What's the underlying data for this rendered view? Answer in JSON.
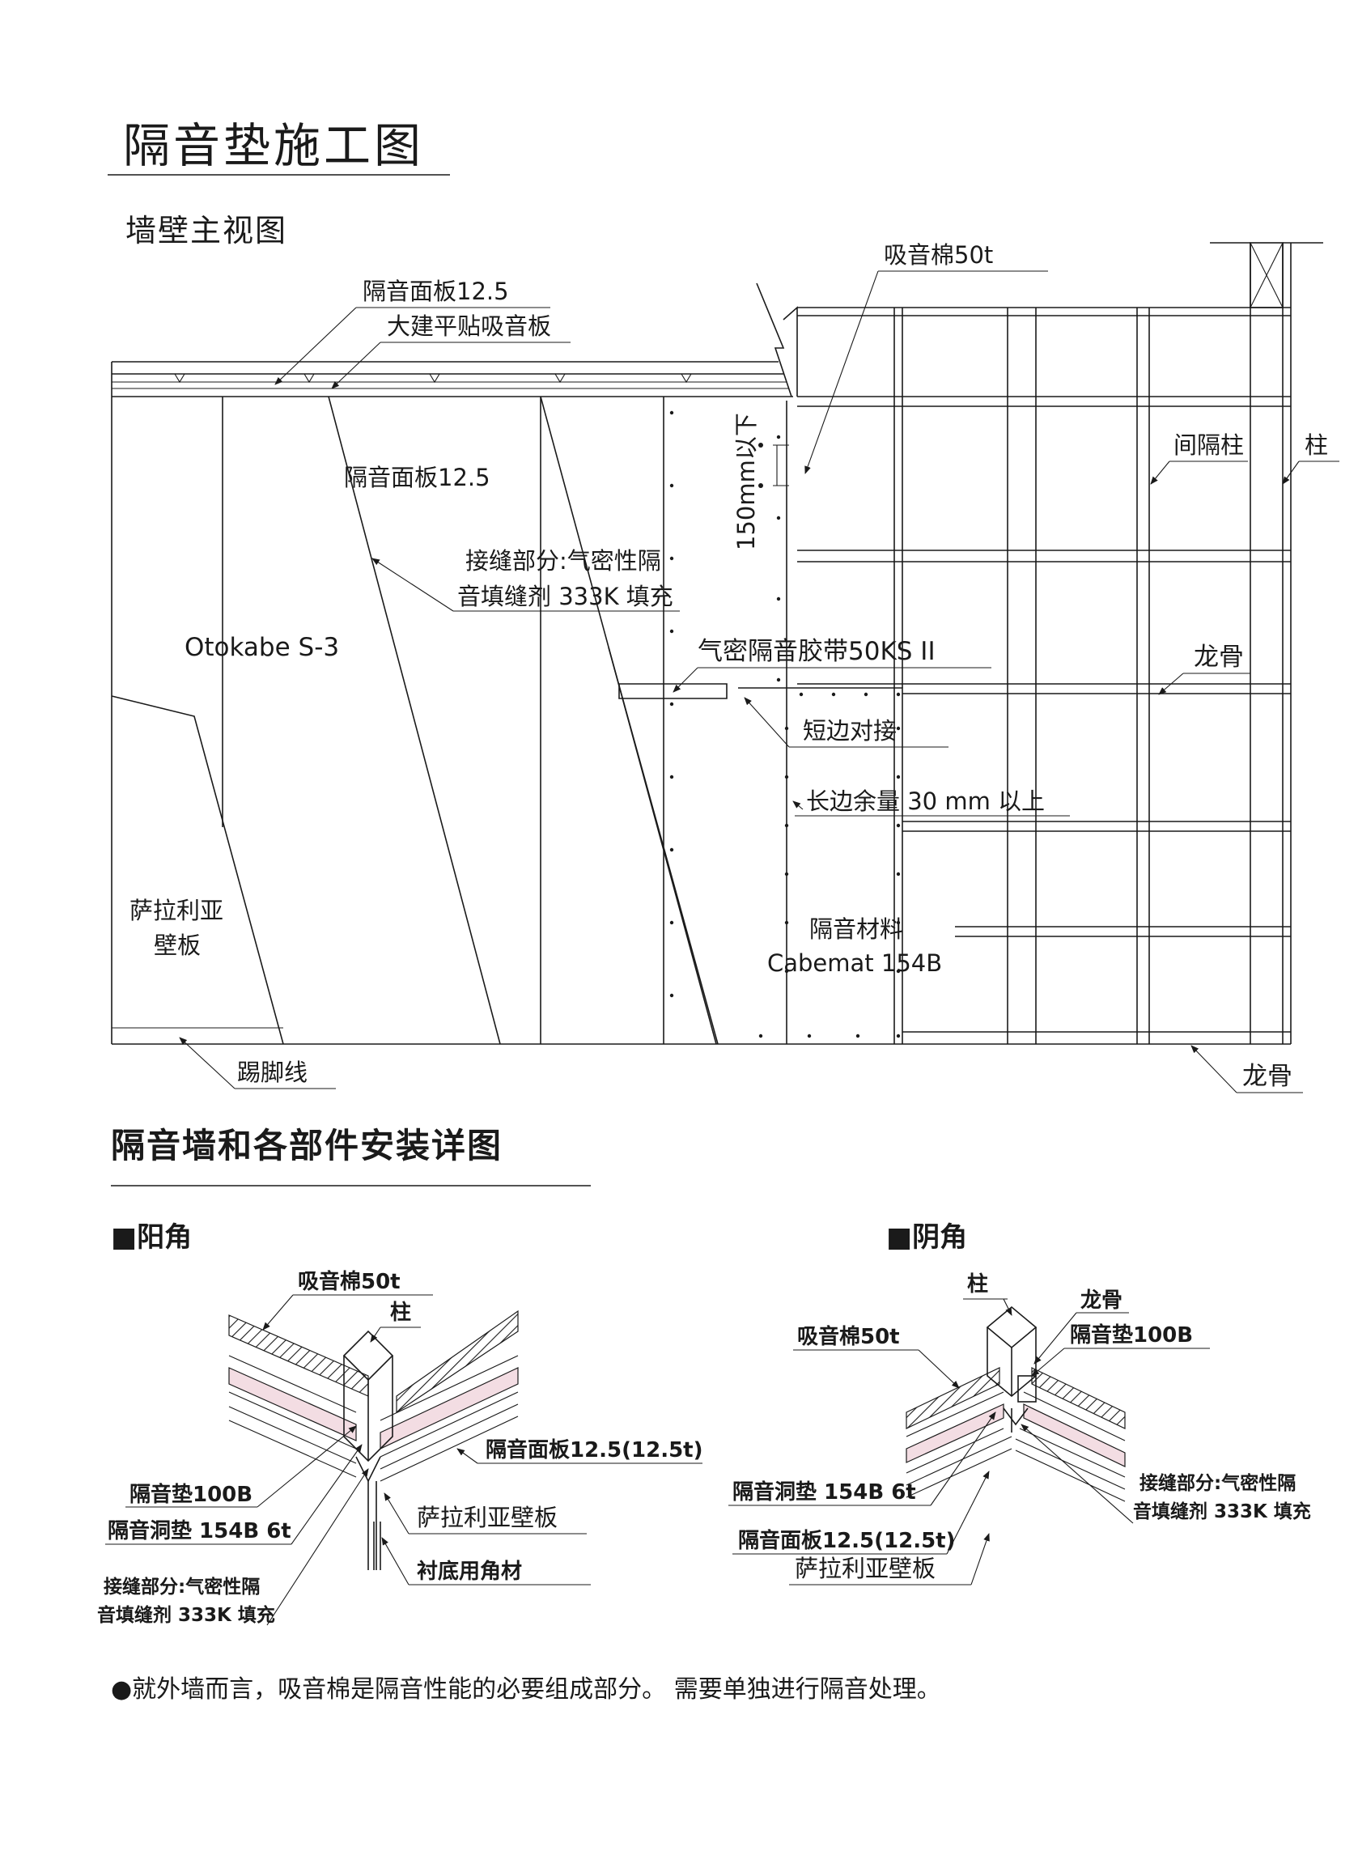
{
  "page": {
    "title": "隔音垫施工图",
    "front_view_title": "墙壁主视图",
    "detail_title": "隔音墙和各部件安装详图",
    "note": "●就外墙而言，吸音棉是隔音性能的必要组成部分。 需要单独进行隔音处理。"
  },
  "front_view": {
    "labels": {
      "panel_top": "隔音面板12.5",
      "daken": "大建平贴吸音板",
      "panel_mid": "隔音面板12.5",
      "seam_1": "接缝部分:气密性隔",
      "seam_2": "音填缝剂 333K 填充",
      "otokabe": "Otokabe S-3",
      "salaria_1": "萨拉利亚",
      "salaria_2": "壁板",
      "skirting": "踢脚线",
      "wool": "吸音棉50t",
      "spacing": "150mm以下",
      "tape": "气密隔音胶带50KS II",
      "short_edge": "短边对接",
      "long_edge": "长边余量 30 mm 以上",
      "material_1": "隔音材料",
      "material_2": "Cabemat 154B",
      "stud_gap": "间隔柱",
      "column": "柱",
      "keel_mid": "龙骨",
      "keel_bottom": "龙骨"
    }
  },
  "outer_corner": {
    "heading": "■阳角",
    "labels": {
      "wool": "吸音棉50t",
      "column": "柱",
      "panel": "隔音面板12.5(12.5t)",
      "pad": "隔音垫100B",
      "hole_pad": "隔音洞垫 154B 6t",
      "salaria": "萨拉利亚壁板",
      "angle": "衬底用角材",
      "seam_1": "接缝部分:气密性隔",
      "seam_2": "音填缝剂 333K 填充"
    }
  },
  "inner_corner": {
    "heading": "■阴角",
    "labels": {
      "column": "柱",
      "keel": "龙骨",
      "wool": "吸音棉50t",
      "pad": "隔音垫100B",
      "seam_1": "接缝部分:气密性隔",
      "seam_2": "音填缝剂 333K 填充",
      "hole_pad": "隔音洞垫 154B 6t",
      "panel": "隔音面板12.5(12.5t)",
      "salaria": "萨拉利亚壁板"
    }
  },
  "colors": {
    "line": "#1a1a1a",
    "pad_fill": "#f3dde3",
    "background": "#ffffff"
  }
}
